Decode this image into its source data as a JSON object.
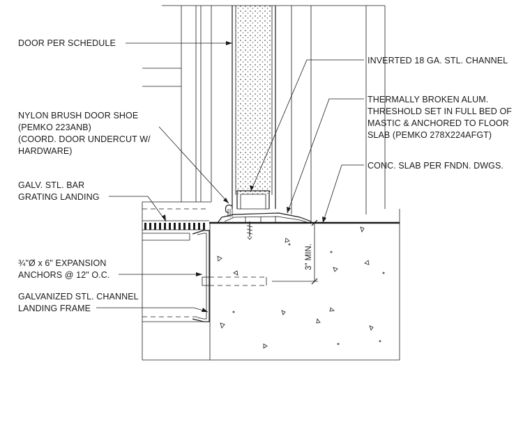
{
  "labels": {
    "door": "DOOR PER SCHEDULE",
    "inverted_channel": "INVERTED 18 GA. STL. CHANNEL",
    "threshold": [
      "THERMALLY BROKEN ALUM.",
      "THRESHOLD SET IN FULL BED OF",
      "MASTIC & ANCHORED TO FLOOR",
      "SLAB (PEMKO 278X224AFGT)"
    ],
    "door_shoe": [
      "NYLON BRUSH DOOR SHOE",
      "(PEMKO 223ANB)",
      "(COORD. DOOR UNDERCUT W/",
      "HARDWARE)"
    ],
    "conc_slab": "CONC. SLAB PER FNDN. DWGS.",
    "grating": [
      "GALV. STL. BAR",
      "GRATING LANDING"
    ],
    "anchors": [
      "¾\"Ø x 6\" EXPANSION",
      "ANCHORS @ 12\" O.C."
    ],
    "channel_frame": [
      "GALVANIZED STL. CHANNEL",
      "LANDING FRAME"
    ],
    "dimension": "3\" MIN."
  },
  "colors": {
    "line": "#1a1a1a",
    "background": "#ffffff",
    "insulation": "#555555"
  }
}
